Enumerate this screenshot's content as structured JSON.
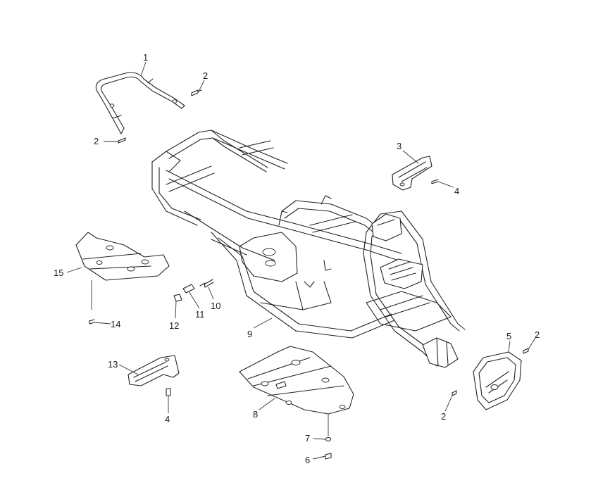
{
  "colors": {
    "line": "#222222",
    "background": "#ffffff",
    "label": "#1a1a1a"
  },
  "callouts": [
    {
      "id": "c1a",
      "label": "1"
    },
    {
      "id": "c2a",
      "label": "2"
    },
    {
      "id": "c2b",
      "label": "2"
    },
    {
      "id": "c3",
      "label": "3"
    },
    {
      "id": "c4a",
      "label": "4"
    },
    {
      "id": "c15",
      "label": "15"
    },
    {
      "id": "c11",
      "label": "11"
    },
    {
      "id": "c10",
      "label": "10"
    },
    {
      "id": "c12",
      "label": "12"
    },
    {
      "id": "c14",
      "label": "14"
    },
    {
      "id": "c9",
      "label": "9"
    },
    {
      "id": "c13",
      "label": "13"
    },
    {
      "id": "c4b",
      "label": "4"
    },
    {
      "id": "c8",
      "label": "8"
    },
    {
      "id": "c7",
      "label": "7"
    },
    {
      "id": "c6",
      "label": "6"
    },
    {
      "id": "c5",
      "label": "5"
    },
    {
      "id": "c2c",
      "label": "2"
    },
    {
      "id": "c2d",
      "label": "2"
    }
  ]
}
